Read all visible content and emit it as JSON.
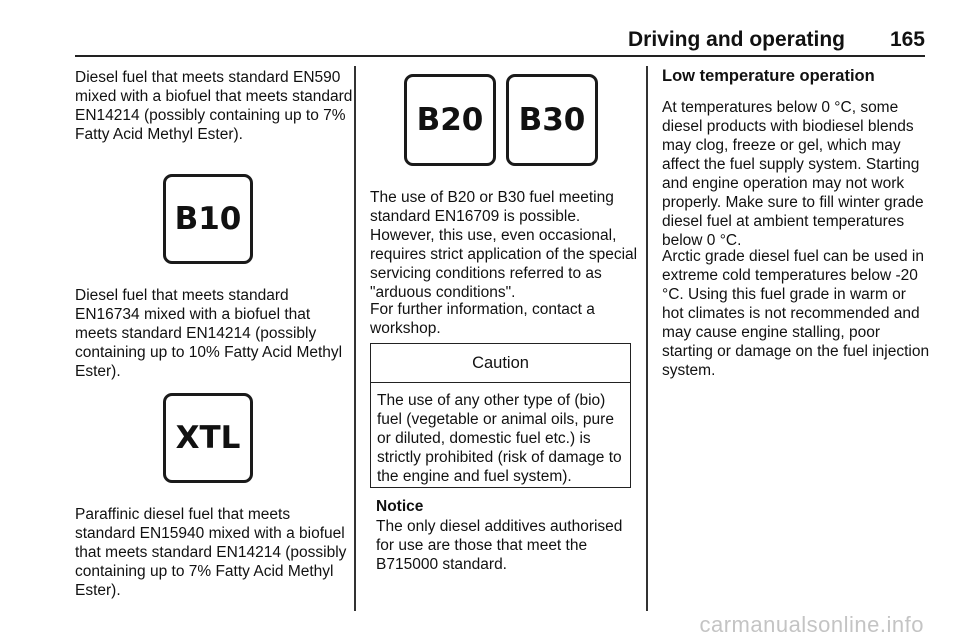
{
  "header": {
    "title": "Driving and operating",
    "page_number": "165"
  },
  "col1": {
    "para1": "Diesel fuel that meets standard EN590 mixed with a biofuel that meets standard EN14214 (possibly containing up to 7% Fatty Acid Methyl Ester).",
    "badge_b10": "B10",
    "para2": "Diesel fuel that meets standard EN16734 mixed with a biofuel that meets standard EN14214 (possibly containing up to 10% Fatty Acid Methyl Ester).",
    "badge_xtl": "XTL",
    "para3": "Paraffinic diesel fuel that meets standard EN15940 mixed with a biofuel that meets standard EN14214 (possibly containing up to 7% Fatty Acid Methyl Ester)."
  },
  "col2": {
    "badge_b20": "B20",
    "badge_b30": "B30",
    "para1": "The use of B20 or B30 fuel meeting standard EN16709 is possible. However, this use, even occasional, requires strict application of the special servicing conditions referred to as \"arduous conditions\".",
    "para2": "For further information, contact a workshop.",
    "caution_title": "Caution",
    "caution_text": "The use of any other type of (bio) fuel (vegetable or animal oils, pure or diluted, domestic fuel etc.) is strictly prohibited (risk of damage to the engine and fuel system).",
    "notice_title": "Notice",
    "notice_text": "The only diesel additives authorised for use are those that meet the B715000 standard."
  },
  "col3": {
    "section_title": "Low temperature operation",
    "para1": "At temperatures below 0 °C, some diesel products with biodiesel blends may clog, freeze or gel, which may affect the fuel supply system. Starting and engine operation may not work properly. Make sure to fill winter grade diesel fuel at ambient temperatures below 0 °C.",
    "para2": "Arctic grade diesel fuel can be used in extreme cold temperatures below -20 °C. Using this fuel grade in warm or hot climates is not recommended and may cause engine stalling, poor starting or damage on the fuel injection system."
  },
  "watermark": "carmanualsonline.info"
}
